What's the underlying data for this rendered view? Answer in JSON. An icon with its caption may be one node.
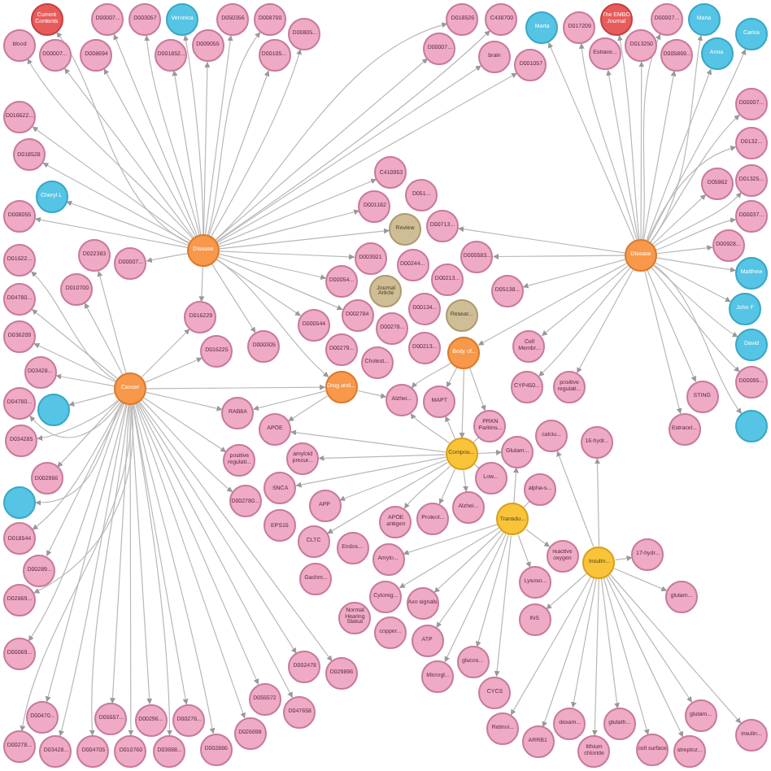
{
  "diagram": {
    "nodes": [
      {
        "text": [
          "Disease"
        ]
      },
      {
        "text": [
          "D008700"
        ]
      },
      {
        "text": [
          "D018526"
        ]
      },
      {
        "text": [
          "Veronica"
        ]
      },
      {
        "text": [
          "D003057"
        ]
      },
      {
        "text": [
          "D050356"
        ]
      },
      {
        "text": [
          "D00805..."
        ]
      },
      {
        "text": [
          "C438700"
        ]
      },
      {
        "text": [
          "D001057"
        ]
      },
      {
        "text": [
          "Current Contents"
        ]
      },
      {
        "text": [
          "D00007..."
        ]
      },
      {
        "text": [
          "D016622..."
        ]
      },
      {
        "text": [
          "D001852..."
        ]
      },
      {
        "text": [
          "D00105..."
        ]
      },
      {
        "text": [
          "brain"
        ]
      },
      {
        "text": [
          "C410953"
        ]
      },
      {
        "text": [
          "blood"
        ]
      },
      {
        "text": [
          "D008694"
        ]
      },
      {
        "text": [
          "D018528"
        ]
      },
      {
        "text": [
          "D00007..."
        ]
      },
      {
        "text": [
          "D009055"
        ]
      },
      {
        "text": [
          "Cheryl L"
        ]
      },
      {
        "text": [
          "D00007..."
        ]
      },
      {
        "text": [
          "D008055"
        ]
      },
      {
        "text": [
          "D00007..."
        ]
      },
      {
        "text": [
          "D001182"
        ]
      },
      {
        "text": [
          "Review"
        ]
      },
      {
        "text": [
          "D00054..."
        ]
      },
      {
        "text": [
          "D003921"
        ]
      },
      {
        "text": [
          "Journal Article"
        ]
      },
      {
        "text": [
          "D051..."
        ]
      },
      {
        "text": [
          "D00713..."
        ]
      },
      {
        "text": [
          "D000583..."
        ]
      },
      {
        "text": [
          "D002784"
        ]
      },
      {
        "text": [
          "D00278..."
        ]
      },
      {
        "text": [
          "D000544"
        ]
      },
      {
        "text": [
          "D00279..."
        ]
      },
      {
        "text": [
          "Cholest..."
        ]
      },
      {
        "text": [
          "D000305"
        ]
      },
      {
        "text": [
          "D016229"
        ]
      },
      {
        "text": [
          "D016225"
        ]
      },
      {
        "text": [
          "Drug and..."
        ]
      },
      {
        "text": [
          "D00244..."
        ]
      },
      {
        "text": [
          "D00213..."
        ]
      },
      {
        "text": [
          "D05138..."
        ]
      },
      {
        "text": [
          "D00134..."
        ]
      },
      {
        "text": [
          "Resear..."
        ]
      },
      {
        "text": [
          "D00213..."
        ]
      },
      {
        "text": [
          "Body of..."
        ]
      },
      {
        "text": [
          "Disease"
        ]
      },
      {
        "text": [
          "D00007..."
        ]
      },
      {
        "text": [
          "Maria"
        ]
      },
      {
        "text": [
          "Carlos"
        ]
      },
      {
        "text": [
          "Marta"
        ]
      },
      {
        "text": [
          "The EMBO Journal"
        ]
      },
      {
        "text": [
          "D005869..."
        ]
      },
      {
        "text": [
          "D00007..."
        ]
      },
      {
        "text": [
          "D017209"
        ]
      },
      {
        "text": [
          "D013250"
        ]
      },
      {
        "text": [
          "Anna"
        ]
      },
      {
        "text": [
          "D0132..."
        ]
      },
      {
        "text": [
          "Estrace..."
        ]
      },
      {
        "text": [
          "D05862"
        ]
      },
      {
        "text": [
          "D01325..."
        ]
      },
      {
        "text": [
          "D00928..."
        ]
      },
      {
        "text": [
          "D00037..."
        ]
      },
      {
        "text": [
          "Matthew"
        ]
      },
      {
        "text": [
          "John F"
        ]
      },
      {
        "text": [
          "David"
        ]
      },
      {
        "text": [
          "D00095..."
        ]
      },
      {
        "text": [],
        "shape": "circle"
      },
      {
        "text": [
          "STING"
        ]
      },
      {
        "text": [
          "Estracel..."
        ]
      },
      {
        "text": [
          "Cell Membr..."
        ]
      },
      {
        "text": [
          "CYP450..."
        ]
      },
      {
        "text": [
          "positive regulati..."
        ]
      },
      {
        "text": [
          "Cancer"
        ]
      },
      {
        "text": [
          "D01622..."
        ]
      },
      {
        "text": [
          "D022383"
        ]
      },
      {
        "text": [
          "D04780..."
        ]
      },
      {
        "text": [
          "D010700"
        ]
      },
      {
        "text": [
          "D036209"
        ]
      },
      {
        "text": [
          "D03428..."
        ]
      },
      {
        "text": [
          "D04780..."
        ]
      },
      {
        "text": [
          "D002966"
        ]
      },
      {
        "text": [],
        "shape": "circle"
      },
      {
        "text": [
          "D034285"
        ]
      },
      {
        "text": [],
        "shape": "circle"
      },
      {
        "text": [
          "D00289..."
        ]
      },
      {
        "text": [
          "D05557..."
        ]
      },
      {
        "text": [
          "D002780..."
        ]
      },
      {
        "text": [
          "D018544"
        ]
      },
      {
        "text": [
          "D002866"
        ]
      },
      {
        "text": [
          "D00276..."
        ]
      },
      {
        "text": [
          "D002478"
        ]
      },
      {
        "text": [
          "D02869..."
        ]
      },
      {
        "text": [
          "D00470..."
        ]
      },
      {
        "text": [
          "D00296..."
        ]
      },
      {
        "text": [
          "D055572"
        ]
      },
      {
        "text": [
          "D029896"
        ]
      },
      {
        "text": [
          "D00069..."
        ]
      },
      {
        "text": [
          "D00278..."
        ]
      },
      {
        "text": [
          "D004705"
        ]
      },
      {
        "text": [
          "D03698..."
        ]
      },
      {
        "text": [
          "D047658"
        ]
      },
      {
        "text": [
          "D03428..."
        ]
      },
      {
        "text": [
          "D010760"
        ]
      },
      {
        "text": [
          "D026698"
        ]
      },
      {
        "text": [
          "RAB8A"
        ]
      },
      {
        "text": [
          "APOE"
        ]
      },
      {
        "text": [
          "positive regulati..."
        ]
      },
      {
        "text": [
          "SNCA"
        ]
      },
      {
        "text": [
          "APP"
        ]
      },
      {
        "text": [
          "CLTC"
        ]
      },
      {
        "text": [
          "EPS15"
        ]
      },
      {
        "text": [
          "Gachm..."
        ]
      },
      {
        "text": [
          "Endos..."
        ]
      },
      {
        "text": [
          "Alzhei..."
        ]
      },
      {
        "text": [
          "MAPT"
        ]
      },
      {
        "text": [
          "PRKN Parkins..."
        ]
      },
      {
        "text": [
          "calciu..."
        ]
      },
      {
        "text": [
          "16-hydr..."
        ]
      },
      {
        "text": [
          "amyloid precur..."
        ]
      },
      {
        "text": [
          "Proteol..."
        ]
      },
      {
        "text": [
          "Compou..."
        ]
      },
      {
        "text": [
          "Glutam..."
        ]
      },
      {
        "text": [
          "alpha-s..."
        ]
      },
      {
        "text": [
          "APOE antigen"
        ]
      },
      {
        "text": [
          "Alzhei..."
        ]
      },
      {
        "text": [
          "Low..."
        ]
      },
      {
        "text": [
          "Transdu..."
        ]
      },
      {
        "text": [
          "Amylo..."
        ]
      },
      {
        "text": [
          "Cytoreg..."
        ]
      },
      {
        "text": [
          "Axo signals"
        ]
      },
      {
        "text": [
          "Normal Hearing Status"
        ]
      },
      {
        "text": [
          "Lysoso..."
        ]
      },
      {
        "text": [
          "reactive oxygen"
        ]
      },
      {
        "text": [
          "Insulin..."
        ]
      },
      {
        "text": [
          "17-hydr..."
        ]
      },
      {
        "text": [
          "ATP"
        ]
      },
      {
        "text": [
          "copper..."
        ]
      },
      {
        "text": [
          "glucos..."
        ]
      },
      {
        "text": [
          "glutam..."
        ]
      },
      {
        "text": [
          "Microgl..."
        ]
      },
      {
        "text": [
          "INS"
        ]
      },
      {
        "text": [
          "CYCS"
        ]
      },
      {
        "text": [
          "glutam..."
        ]
      },
      {
        "text": [
          "dexam..."
        ]
      },
      {
        "text": [
          "glutath..."
        ]
      },
      {
        "text": [
          "Retinoi..."
        ]
      },
      {
        "text": [
          "ARRB1"
        ]
      },
      {
        "text": [
          "lithium chloride"
        ]
      },
      {
        "text": [
          "insulin..."
        ]
      },
      {
        "text": [
          "streptoz..."
        ]
      },
      {
        "text": [
          "cell surface"
        ]
      }
    ],
    "edges": [
      {
        "from": 0,
        "to": 1,
        "arrow": "to"
      },
      {
        "from": 0,
        "to": 2,
        "arrow": "to"
      },
      {
        "from": 0,
        "to": 3,
        "arrow": "to"
      },
      {
        "from": 0,
        "to": 4,
        "arrow": "to"
      },
      {
        "from": 0,
        "to": 5,
        "arrow": "to"
      },
      {
        "from": 0,
        "to": 6,
        "arrow": "to"
      },
      {
        "from": 0,
        "to": 7,
        "arrow": "to"
      },
      {
        "from": 0,
        "to": 8,
        "arrow": "to"
      },
      {
        "from": 0,
        "to": 9,
        "arrow": "to"
      },
      {
        "from": 0,
        "to": 10,
        "arrow": "to"
      },
      {
        "from": 0,
        "to": 11,
        "arrow": "to"
      },
      {
        "from": 0,
        "to": 12,
        "arrow": "to"
      },
      {
        "from": 0,
        "to": 13,
        "arrow": "to"
      },
      {
        "from": 0,
        "to": 14,
        "arrow": "to"
      },
      {
        "from": 0,
        "to": 15,
        "arrow": "to"
      },
      {
        "from": 0,
        "to": 16,
        "arrow": "to"
      },
      {
        "from": 0,
        "to": 17,
        "arrow": "to"
      },
      {
        "from": 0,
        "to": 18,
        "arrow": "to"
      },
      {
        "from": 0,
        "to": 19,
        "arrow": "to"
      },
      {
        "from": 0,
        "to": 20,
        "arrow": "to"
      },
      {
        "from": 0,
        "to": 21,
        "arrow": "to"
      },
      {
        "from": 0,
        "to": 22,
        "arrow": "to"
      },
      {
        "from": 0,
        "to": 23,
        "arrow": "to"
      },
      {
        "from": 0,
        "to": 24,
        "arrow": "to"
      },
      {
        "from": 0,
        "to": 25,
        "arrow": "to"
      },
      {
        "from": 0,
        "to": 26,
        "arrow": "to"
      },
      {
        "from": 0,
        "to": 27,
        "arrow": "to"
      },
      {
        "from": 0,
        "to": 28,
        "arrow": "to"
      },
      {
        "from": 0,
        "to": 33,
        "arrow": "to"
      },
      {
        "from": 0,
        "to": 35,
        "arrow": "to"
      },
      {
        "from": 0,
        "to": 38,
        "arrow": "to"
      },
      {
        "from": 0,
        "to": 39,
        "arrow": "to"
      },
      {
        "from": 0,
        "to": 41,
        "arrow": "to"
      },
      {
        "from": 49,
        "to": 50,
        "arrow": "to"
      },
      {
        "from": 49,
        "to": 51,
        "arrow": "to"
      },
      {
        "from": 49,
        "to": 52,
        "arrow": "to"
      },
      {
        "from": 49,
        "to": 53,
        "arrow": "to"
      },
      {
        "from": 49,
        "to": 54,
        "arrow": "to"
      },
      {
        "from": 49,
        "to": 55,
        "arrow": "to"
      },
      {
        "from": 49,
        "to": 56,
        "arrow": "to"
      },
      {
        "from": 49,
        "to": 57,
        "arrow": "to"
      },
      {
        "from": 49,
        "to": 58,
        "arrow": "to"
      },
      {
        "from": 49,
        "to": 59,
        "arrow": "to"
      },
      {
        "from": 49,
        "to": 60,
        "arrow": "to"
      },
      {
        "from": 49,
        "to": 61,
        "arrow": "to"
      },
      {
        "from": 49,
        "to": 62,
        "arrow": "to"
      },
      {
        "from": 49,
        "to": 63,
        "arrow": "to"
      },
      {
        "from": 49,
        "to": 64,
        "arrow": "to"
      },
      {
        "from": 49,
        "to": 65,
        "arrow": "to"
      },
      {
        "from": 49,
        "to": 66,
        "arrow": "to"
      },
      {
        "from": 49,
        "to": 67,
        "arrow": "to"
      },
      {
        "from": 49,
        "to": 68,
        "arrow": "to"
      },
      {
        "from": 49,
        "to": 69,
        "arrow": "to"
      },
      {
        "from": 49,
        "to": 70,
        "arrow": "to"
      },
      {
        "from": 49,
        "to": 71,
        "arrow": "to"
      },
      {
        "from": 49,
        "to": 72,
        "arrow": "to"
      },
      {
        "from": 49,
        "to": 73,
        "arrow": "to"
      },
      {
        "from": 49,
        "to": 74,
        "arrow": "to"
      },
      {
        "from": 49,
        "to": 75,
        "arrow": "to"
      },
      {
        "from": 49,
        "to": 31,
        "arrow": "to"
      },
      {
        "from": 49,
        "to": 32,
        "arrow": "to"
      },
      {
        "from": 49,
        "to": 44,
        "arrow": "to"
      },
      {
        "from": 49,
        "to": 48,
        "arrow": "to"
      },
      {
        "from": 76,
        "to": 77,
        "arrow": "to"
      },
      {
        "from": 76,
        "to": 78,
        "arrow": "to"
      },
      {
        "from": 76,
        "to": 79,
        "arrow": "to"
      },
      {
        "from": 76,
        "to": 80,
        "arrow": "to"
      },
      {
        "from": 76,
        "to": 81,
        "arrow": "to"
      },
      {
        "from": 76,
        "to": 82,
        "arrow": "to"
      },
      {
        "from": 76,
        "to": 83,
        "arrow": "to"
      },
      {
        "from": 76,
        "to": 84,
        "arrow": "to"
      },
      {
        "from": 76,
        "to": 85,
        "arrow": "to"
      },
      {
        "from": 76,
        "to": 86,
        "arrow": "to"
      },
      {
        "from": 76,
        "to": 87,
        "arrow": "to"
      },
      {
        "from": 76,
        "to": 88,
        "arrow": "to"
      },
      {
        "from": 76,
        "to": 89,
        "arrow": "to"
      },
      {
        "from": 76,
        "to": 90,
        "arrow": "to"
      },
      {
        "from": 76,
        "to": 91,
        "arrow": "to"
      },
      {
        "from": 76,
        "to": 92,
        "arrow": "to"
      },
      {
        "from": 76,
        "to": 93,
        "arrow": "to"
      },
      {
        "from": 76,
        "to": 94,
        "arrow": "to"
      },
      {
        "from": 76,
        "to": 95,
        "arrow": "to"
      },
      {
        "from": 76,
        "to": 96,
        "arrow": "to"
      },
      {
        "from": 76,
        "to": 97,
        "arrow": "to"
      },
      {
        "from": 76,
        "to": 98,
        "arrow": "to"
      },
      {
        "from": 76,
        "to": 99,
        "arrow": "to"
      },
      {
        "from": 76,
        "to": 100,
        "arrow": "to"
      },
      {
        "from": 76,
        "to": 101,
        "arrow": "to"
      },
      {
        "from": 76,
        "to": 102,
        "arrow": "to"
      },
      {
        "from": 76,
        "to": 103,
        "arrow": "to"
      },
      {
        "from": 76,
        "to": 104,
        "arrow": "to"
      },
      {
        "from": 76,
        "to": 105,
        "arrow": "to"
      },
      {
        "from": 76,
        "to": 106,
        "arrow": "to"
      },
      {
        "from": 76,
        "to": 107,
        "arrow": "to"
      },
      {
        "from": 76,
        "to": 39,
        "arrow": "to"
      },
      {
        "from": 76,
        "to": 40,
        "arrow": "to"
      },
      {
        "from": 76,
        "to": 108,
        "arrow": "to"
      },
      {
        "from": 76,
        "to": 110,
        "arrow": "to"
      },
      {
        "from": 76,
        "to": 41,
        "arrow": "to"
      },
      {
        "from": 48,
        "to": 117,
        "arrow": "to"
      },
      {
        "from": 48,
        "to": 118,
        "arrow": "to"
      },
      {
        "from": 48,
        "to": 119,
        "arrow": "to"
      },
      {
        "from": 48,
        "to": 124,
        "arrow": "to"
      },
      {
        "from": 41,
        "to": 109,
        "arrow": "to"
      },
      {
        "from": 41,
        "to": 117,
        "arrow": "to"
      },
      {
        "from": 41,
        "to": 108,
        "arrow": "to"
      },
      {
        "from": 124,
        "to": 117,
        "arrow": "to"
      },
      {
        "from": 124,
        "to": 118,
        "arrow": "to"
      },
      {
        "from": 124,
        "to": 119,
        "arrow": "to"
      },
      {
        "from": 124,
        "to": 122,
        "arrow": "to"
      },
      {
        "from": 124,
        "to": 123,
        "arrow": "to"
      },
      {
        "from": 124,
        "to": 125,
        "arrow": "to"
      },
      {
        "from": 124,
        "to": 127,
        "arrow": "to"
      },
      {
        "from": 124,
        "to": 128,
        "arrow": "to"
      },
      {
        "from": 124,
        "to": 129,
        "arrow": "to"
      },
      {
        "from": 124,
        "to": 109,
        "arrow": "to"
      },
      {
        "from": 124,
        "to": 111,
        "arrow": "to"
      },
      {
        "from": 124,
        "to": 112,
        "arrow": "to"
      },
      {
        "from": 124,
        "to": 113,
        "arrow": "to"
      },
      {
        "from": 130,
        "to": 125,
        "arrow": "to"
      },
      {
        "from": 130,
        "to": 126,
        "arrow": "to"
      },
      {
        "from": 130,
        "to": 131,
        "arrow": "to"
      },
      {
        "from": 130,
        "to": 132,
        "arrow": "to"
      },
      {
        "from": 130,
        "to": 133,
        "arrow": "to"
      },
      {
        "from": 130,
        "to": 135,
        "arrow": "to"
      },
      {
        "from": 130,
        "to": 136,
        "arrow": "to"
      },
      {
        "from": 130,
        "to": 139,
        "arrow": "to"
      },
      {
        "from": 130,
        "to": 141,
        "arrow": "to"
      },
      {
        "from": 130,
        "to": 143,
        "arrow": "to"
      },
      {
        "from": 130,
        "to": 145,
        "arrow": "to"
      },
      {
        "from": 137,
        "to": 120,
        "arrow": "to"
      },
      {
        "from": 137,
        "to": 121,
        "arrow": "to"
      },
      {
        "from": 137,
        "to": 138,
        "arrow": "to"
      },
      {
        "from": 137,
        "to": 142,
        "arrow": "to"
      },
      {
        "from": 137,
        "to": 144,
        "arrow": "to"
      },
      {
        "from": 137,
        "to": 146,
        "arrow": "to"
      },
      {
        "from": 137,
        "to": 147,
        "arrow": "to"
      },
      {
        "from": 137,
        "to": 148,
        "arrow": "to"
      },
      {
        "from": 137,
        "to": 149,
        "arrow": "to"
      },
      {
        "from": 137,
        "to": 150,
        "arrow": "to"
      },
      {
        "from": 137,
        "to": 151,
        "arrow": "to"
      },
      {
        "from": 137,
        "to": 152,
        "arrow": "to"
      },
      {
        "from": 137,
        "to": 153,
        "arrow": "to"
      },
      {
        "from": 137,
        "to": 154,
        "arrow": "to"
      }
    ]
  }
}
